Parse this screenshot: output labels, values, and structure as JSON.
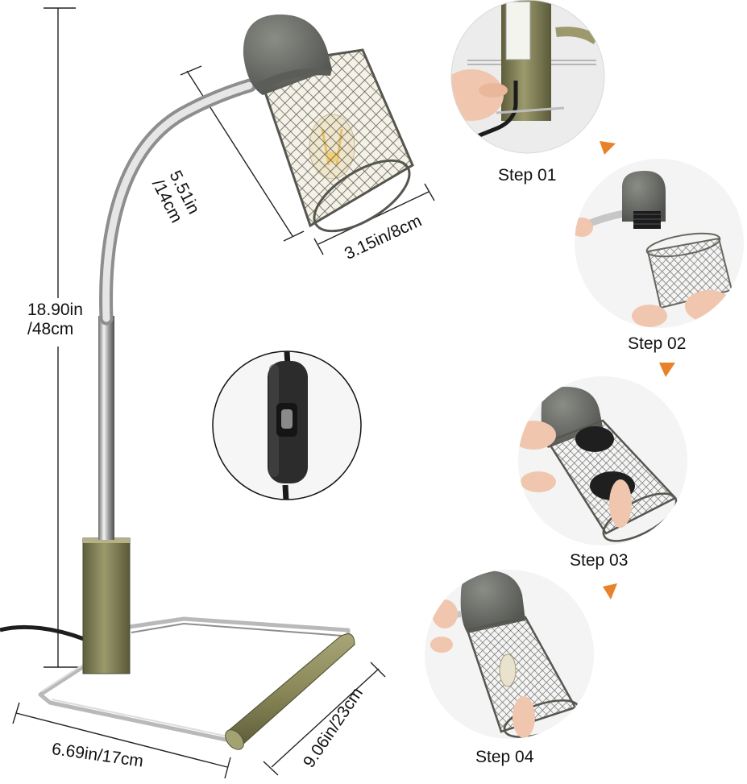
{
  "dimensions": {
    "total_height": {
      "in": "18.90in",
      "cm": "/48cm"
    },
    "shade_height": {
      "in": "5.51in",
      "cm": "/14cm"
    },
    "shade_width": "3.15in/8cm",
    "base_width": "6.69in/17cm",
    "base_depth": "9.06in/23cm"
  },
  "steps": [
    {
      "label": "Step 01"
    },
    {
      "label": "Step 02"
    },
    {
      "label": "Step 03"
    },
    {
      "label": "Step 04"
    }
  ],
  "colors": {
    "shade": "#6c6e68",
    "brass": "#8c8a5c",
    "chrome": "#c8c8c8",
    "arrow": "#e8822a",
    "bulb_glow": "#e8c268"
  }
}
